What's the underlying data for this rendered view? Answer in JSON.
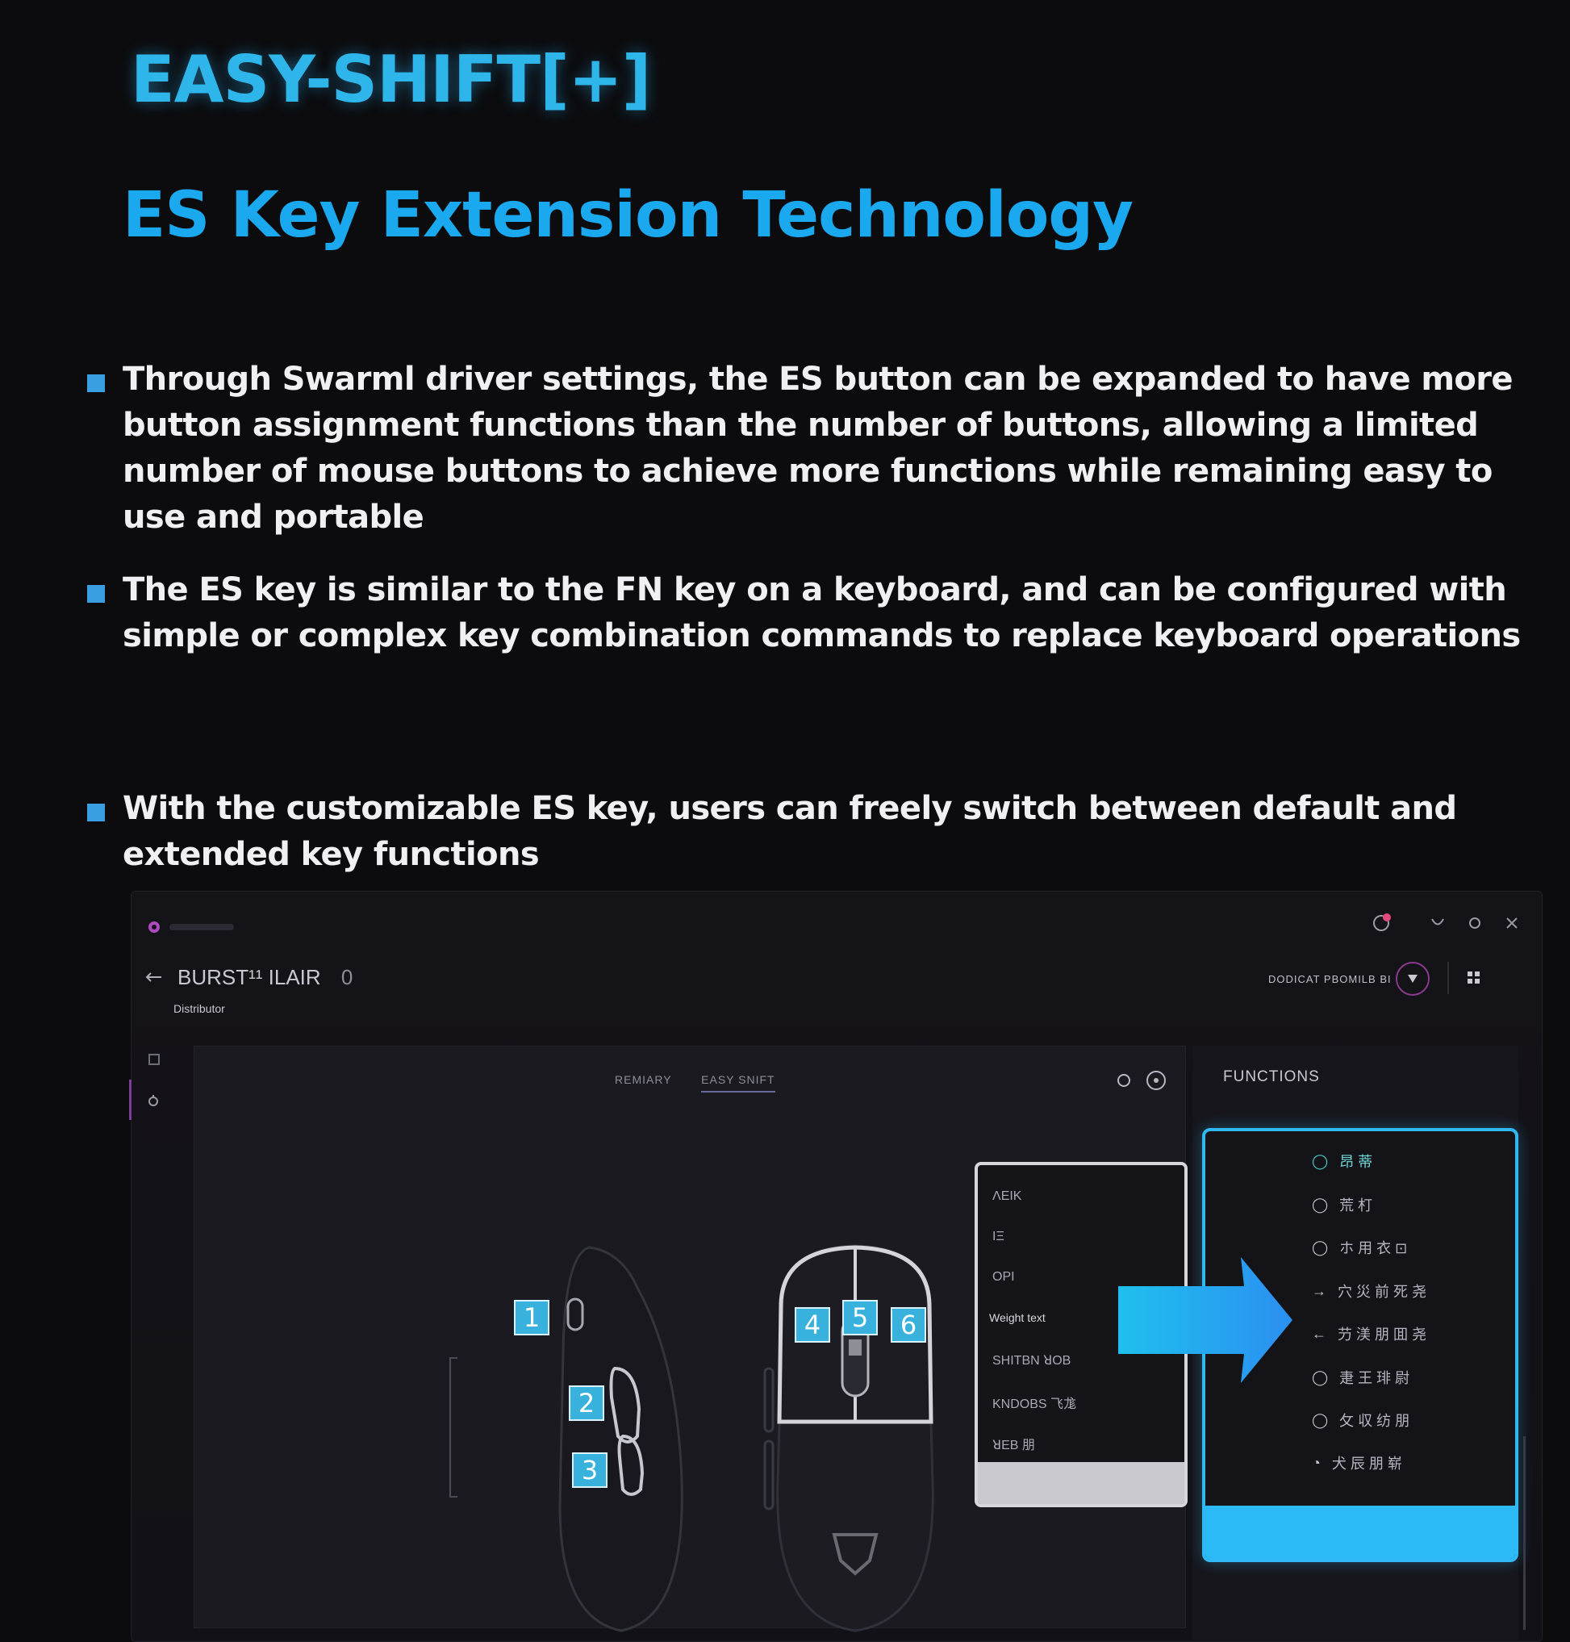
{
  "brand": {
    "logo_text": "EASY-SHIFT[+]"
  },
  "headline": "ES Key Extension Technology",
  "bullets": [
    "Through Swarml driver settings, the ES button can be expanded to have more button assignment functions than the number of buttons, allowing a limited number of mouse buttons to achieve more functions while remaining easy to use and portable",
    "The ES key is similar to the FN key on a keyboard, and can be configured with simple or complex key combination commands to replace keyboard operations",
    "With the customizable ES key, users can freely switch between default and extended key functions"
  ],
  "app": {
    "device_name": "BURST¹¹ ILAIR",
    "device_suffix": "0",
    "subtitle": "Distributor",
    "profile_label": "DODICAT PBOMILB BI",
    "tabs": [
      "REMIARY",
      "EASY SNIFT"
    ],
    "button_numbers": [
      "1",
      "2",
      "3",
      "4",
      "5",
      "6"
    ],
    "menu_items": [
      "ΛΕΙΚ",
      "ΙΞ",
      "OPI",
      "Weight text",
      "SHITBN ꓤOB",
      "KNDOBS 飞尨",
      "ꓤEB 朋"
    ],
    "functions_title": "FUNCTIONS",
    "functions": [
      "昂 蒂",
      "荒 朾",
      "ホ 用 衣 ⊡",
      "穴 災 前 死 尧",
      "芀 渼 朋 囬 尧",
      "疌 王 琲 尉",
      "攵 収 纺 朋",
      "犬 辰 朋 崭"
    ],
    "accent_color": "#2fb8f2"
  }
}
